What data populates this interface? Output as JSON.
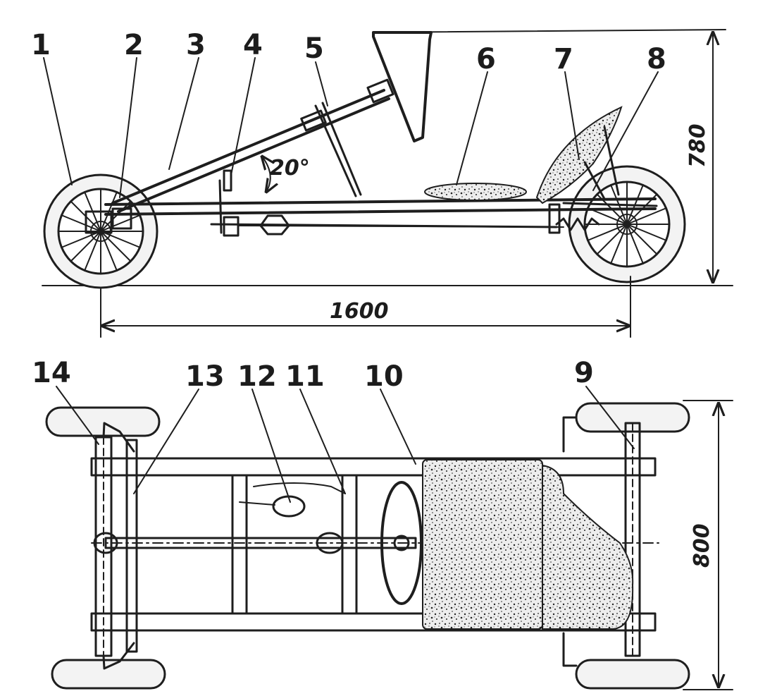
{
  "side_view": {
    "part_labels": [
      "1",
      "2",
      "3",
      "4",
      "5",
      "6",
      "7",
      "8"
    ],
    "angle_label": "20°",
    "length_dimension": "1600",
    "height_dimension": "780"
  },
  "top_view": {
    "part_labels": [
      "9",
      "10",
      "11",
      "12",
      "13",
      "14"
    ],
    "width_dimension": "800"
  },
  "colors": {
    "ink": "#1e1e1e",
    "paper": "#ffffff"
  }
}
